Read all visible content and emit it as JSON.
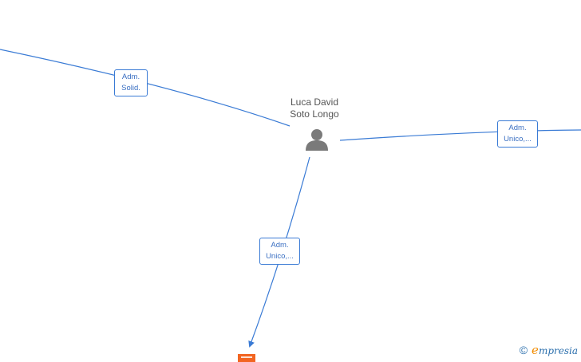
{
  "person": {
    "name_line1": "Luca David",
    "name_line2": "Soto Longo",
    "icon": "person-silhouette-icon"
  },
  "relations": [
    {
      "line1": "Adm.",
      "line2": "Solid."
    },
    {
      "line1": "Adm.",
      "line2": "Unico,..."
    },
    {
      "line1": "Adm.",
      "line2": "Unico,..."
    }
  ],
  "company": {
    "icon": "company-building-icon"
  },
  "footer": {
    "copyright_symbol": "©",
    "brand_initial": "e",
    "brand_rest": "mpresia"
  },
  "colors": {
    "edge": "#3a7bd5",
    "label_text": "#3a6fc2",
    "person_icon": "#7a7a7a",
    "company_node": "#f26522",
    "brand_orange": "#f28c00",
    "brand_blue": "#2b6fad"
  }
}
